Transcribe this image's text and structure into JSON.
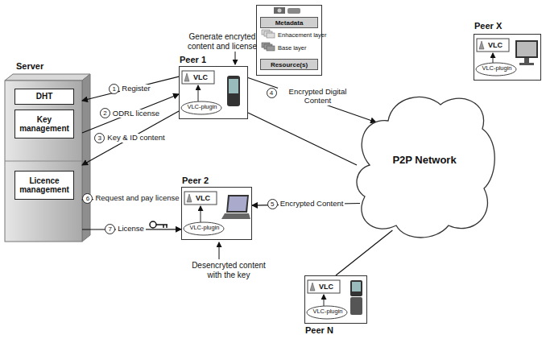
{
  "diagram": {
    "nodes": [
      {
        "text": [
          "Server"
        ]
      },
      {
        "text": [
          "DHT"
        ],
        "in": 0
      },
      {
        "text": [
          "Key management"
        ],
        "in": 0
      },
      {
        "text": [
          "Licence management"
        ],
        "in": 0
      },
      {
        "text": [
          "Peer 1",
          "VLC",
          "VLC-plugin"
        ]
      },
      {
        "text": [
          "Metadata",
          "Enhacement layer",
          "Base layer",
          "Resource(s)"
        ]
      },
      {
        "text": [
          "Peer X",
          "VLC",
          "VLC-plugin"
        ]
      },
      {
        "text": [
          "P2P Network"
        ]
      },
      {
        "text": [
          "Peer 2",
          "VLC",
          "VLC-plugin"
        ]
      },
      {
        "text": [
          "Peer N",
          "VLC",
          "VLC-plugin"
        ]
      }
    ],
    "edges": [
      {
        "from": 4,
        "to": 0,
        "label": "Register",
        "arrow": "to"
      },
      {
        "from": 0,
        "to": 4,
        "label": "ODRL license",
        "arrow": "to"
      },
      {
        "from": 4,
        "to": 0,
        "label": "Key & ID content",
        "arrow": "to"
      },
      {
        "from": 4,
        "to": 7,
        "label": "Encrypted Digital Content",
        "arrow": "to"
      },
      {
        "from": 4,
        "to": 7,
        "arrow": "none"
      },
      {
        "from": 7,
        "to": 8,
        "label": "Encrypted Content",
        "arrow": "to"
      },
      {
        "from": 8,
        "to": 0,
        "label": "Request and pay license",
        "arrow": "to"
      },
      {
        "from": 0,
        "to": 8,
        "label": "License",
        "arrow": "to"
      },
      {
        "from": 7,
        "to": 9,
        "arrow": "none"
      }
    ],
    "labels": [
      "Generate encryted content and license",
      "Desencryted content with the key",
      "1",
      "2",
      "3",
      "4",
      "5",
      "6",
      "7"
    ]
  }
}
